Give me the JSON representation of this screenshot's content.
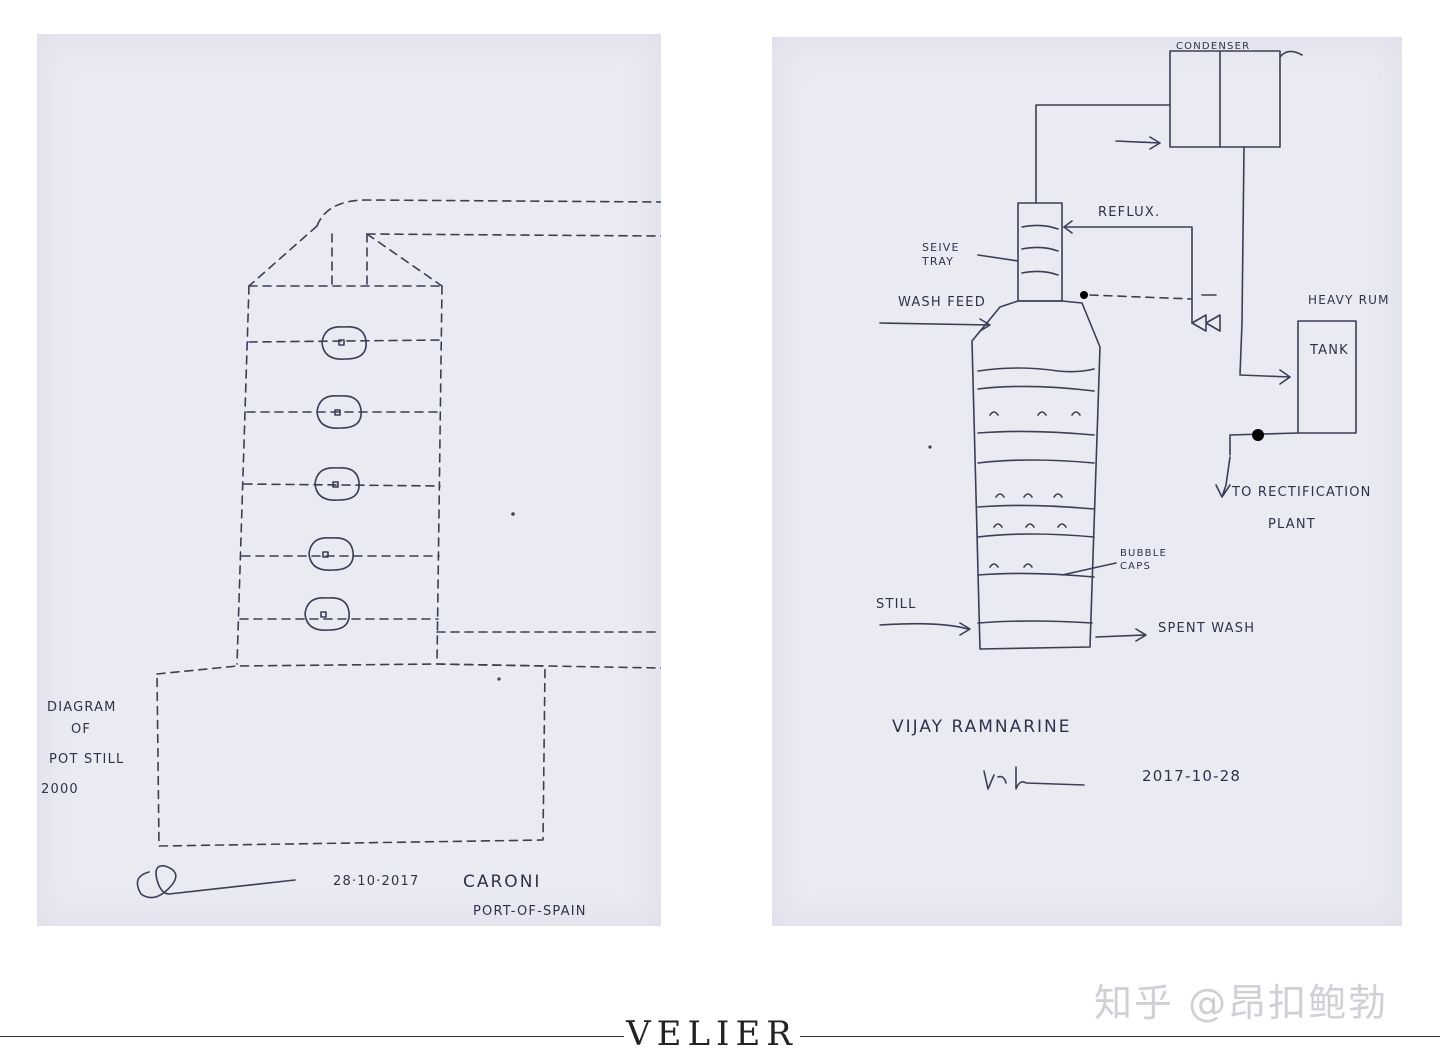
{
  "left_sheet": {
    "caption": [
      "DIAGRAM",
      "OF",
      "POT STILL",
      "2000"
    ],
    "date": "28·10·2017",
    "location_1": "CARONI",
    "location_2": "PORT-OF-SPAIN"
  },
  "right_sheet": {
    "labels": {
      "condenser": "CONDENSER",
      "reflux": "REFLUX.",
      "sieve_tray": "SEIVE TRAY",
      "wash_feed": "WASH FEED",
      "heavy_rum": "HEAVY RUM",
      "tank": "TANK",
      "to_rectification": "TO RECTIFICATION",
      "plant": "PLANT",
      "bubble_caps": "BUBBLE CAPS",
      "still": "STILL",
      "spent_wash": "SPENT WASH"
    },
    "author": "VIJAY RAMNARINE",
    "date": "2017-10-28"
  },
  "watermark": "知乎 @昂扣鲍勃",
  "brand": "VELIER",
  "colors": {
    "paper": "#e9eaf2",
    "ink": "#3b3f55",
    "watermark": "#cfd0d6"
  }
}
